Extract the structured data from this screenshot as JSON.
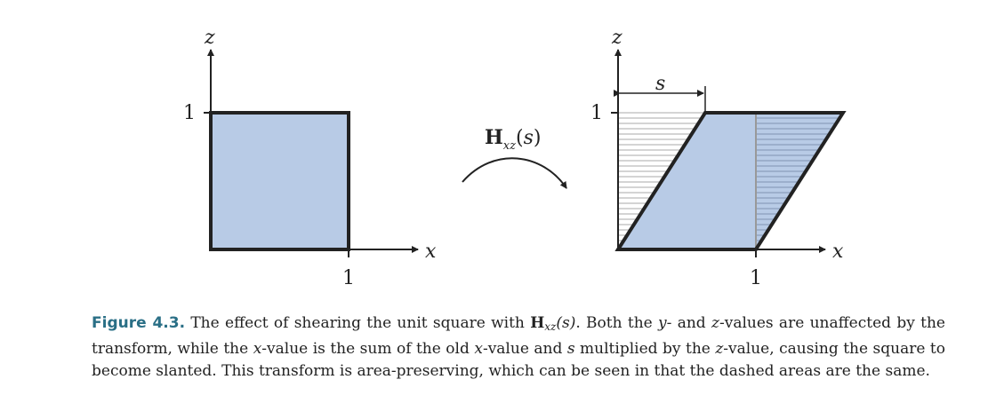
{
  "figure": {
    "left": {
      "z_axis_label": "z",
      "x_axis_label": "x",
      "z_tick_label": "1",
      "x_tick_label": "1"
    },
    "transform": {
      "matrix_letter": "H",
      "subscript": "xz",
      "argument": "s"
    },
    "right": {
      "z_axis_label": "z",
      "x_axis_label": "x",
      "z_tick_label": "1",
      "x_tick_label": "1",
      "shear_label": "s"
    },
    "colors": {
      "fill": "#b8cbe6",
      "outline": "#222222",
      "hatch": "#aaaaaa",
      "caption_label": "#2a6f86"
    }
  },
  "caption": {
    "label": "Figure 4.3.",
    "part1": " The effect of shearing the unit square with ",
    "math_H": "H",
    "math_sub": "xz",
    "math_arg": "(s)",
    "part2": ". Both the ",
    "var_y": "y",
    "part3": "- and ",
    "var_z": "z",
    "part4": "-values are unaffected by the transform, while the ",
    "var_x1": "x",
    "part5": "-value is the sum of the old ",
    "var_x2": "x",
    "part6": "-value and ",
    "var_s": "s",
    "part7": " multiplied by the ",
    "var_z2": "z",
    "part8": "-value, causing the square to become slanted. This transform is area-preserving, which can be seen in that the dashed areas are the same."
  }
}
